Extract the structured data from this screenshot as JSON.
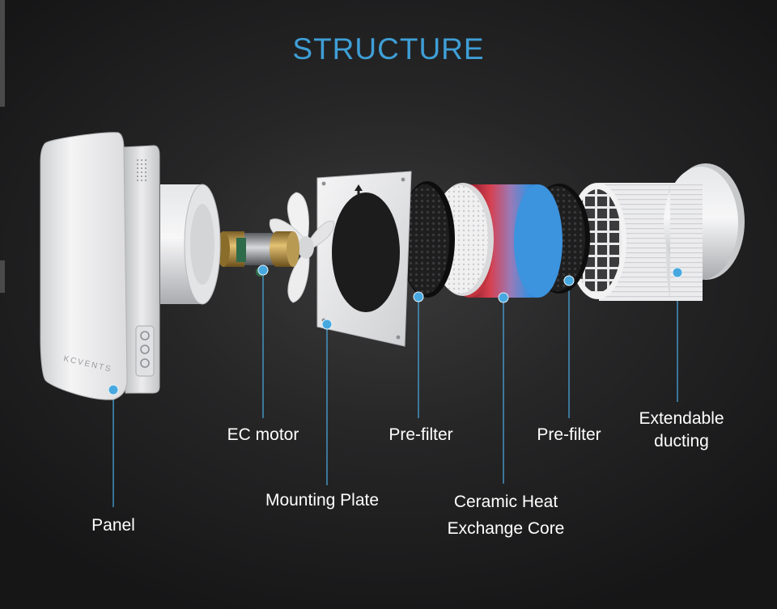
{
  "title": "STRUCTURE",
  "brand_text": "KCVENTS",
  "accent_color": "#3f9fd6",
  "marker_color": "#47a8e0",
  "components": [
    {
      "id": "panel",
      "label": "Panel"
    },
    {
      "id": "ec-motor",
      "label": "EC motor"
    },
    {
      "id": "mounting-plate",
      "label": "Mounting Plate"
    },
    {
      "id": "pre-filter-1",
      "label": "Pre-filter"
    },
    {
      "id": "ceramic-core",
      "label_line1": "Ceramic Heat",
      "label_line2": "Exchange Core"
    },
    {
      "id": "pre-filter-2",
      "label": "Pre-filter"
    },
    {
      "id": "ducting",
      "label_line1": "Extendable",
      "label_line2": "ducting"
    }
  ]
}
